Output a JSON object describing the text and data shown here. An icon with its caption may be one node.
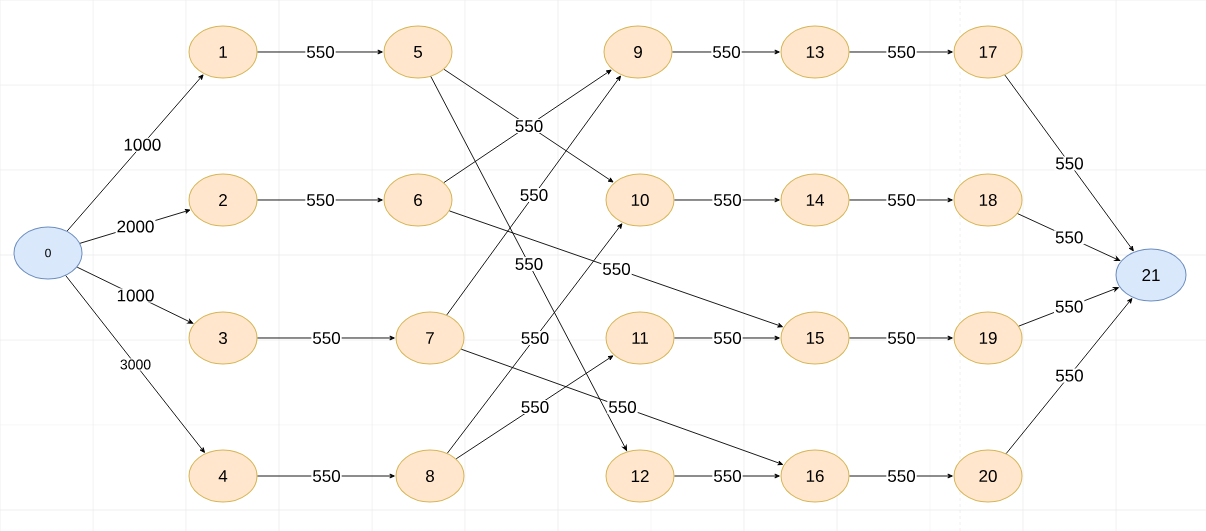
{
  "diagram": {
    "nodes": [
      {
        "text": [
          "0"
        ]
      },
      {
        "text": [
          "1"
        ]
      },
      {
        "text": [
          "2"
        ]
      },
      {
        "text": [
          "3"
        ]
      },
      {
        "text": [
          "4"
        ]
      },
      {
        "text": [
          "5"
        ]
      },
      {
        "text": [
          "6"
        ]
      },
      {
        "text": [
          "7"
        ]
      },
      {
        "text": [
          "8"
        ]
      },
      {
        "text": [
          "9"
        ]
      },
      {
        "text": [
          "10"
        ]
      },
      {
        "text": [
          "11"
        ]
      },
      {
        "text": [
          "12"
        ]
      },
      {
        "text": [
          "13"
        ]
      },
      {
        "text": [
          "14"
        ]
      },
      {
        "text": [
          "15"
        ]
      },
      {
        "text": [
          "16"
        ]
      },
      {
        "text": [
          "17"
        ]
      },
      {
        "text": [
          "18"
        ]
      },
      {
        "text": [
          "19"
        ]
      },
      {
        "text": [
          "20"
        ]
      },
      {
        "text": [
          "21"
        ]
      }
    ],
    "edges": [
      {
        "from": 0,
        "to": 1,
        "arrow": "to",
        "label": "1000"
      },
      {
        "from": 0,
        "to": 2,
        "arrow": "to",
        "label": "2000"
      },
      {
        "from": 0,
        "to": 3,
        "arrow": "to",
        "label": "1000"
      },
      {
        "from": 0,
        "to": 4,
        "arrow": "to",
        "label": "3000"
      },
      {
        "from": 1,
        "to": 5,
        "arrow": "to",
        "label": "550"
      },
      {
        "from": 2,
        "to": 6,
        "arrow": "to",
        "label": "550"
      },
      {
        "from": 3,
        "to": 7,
        "arrow": "to",
        "label": "550"
      },
      {
        "from": 4,
        "to": 8,
        "arrow": "to",
        "label": "550"
      },
      {
        "from": 5,
        "to": 10,
        "arrow": "to",
        "label": "550"
      },
      {
        "from": 5,
        "to": 12,
        "arrow": "to",
        "label": "550"
      },
      {
        "from": 6,
        "to": 9,
        "arrow": "to"
      },
      {
        "from": 6,
        "to": 15,
        "arrow": "to",
        "label": "550"
      },
      {
        "from": 7,
        "to": 9,
        "arrow": "to",
        "label": "550"
      },
      {
        "from": 7,
        "to": 16,
        "arrow": "to",
        "label": "550"
      },
      {
        "from": 8,
        "to": 10,
        "arrow": "to",
        "label": "550"
      },
      {
        "from": 8,
        "to": 11,
        "arrow": "to",
        "label": "550"
      },
      {
        "from": 9,
        "to": 13,
        "arrow": "to",
        "label": "550"
      },
      {
        "from": 10,
        "to": 14,
        "arrow": "to",
        "label": "550"
      },
      {
        "from": 11,
        "to": 15,
        "arrow": "to",
        "label": "550"
      },
      {
        "from": 12,
        "to": 16,
        "arrow": "to",
        "label": "550"
      },
      {
        "from": 13,
        "to": 17,
        "arrow": "to",
        "label": "550"
      },
      {
        "from": 14,
        "to": 18,
        "arrow": "to",
        "label": "550"
      },
      {
        "from": 15,
        "to": 19,
        "arrow": "to",
        "label": "550"
      },
      {
        "from": 16,
        "to": 20,
        "arrow": "to",
        "label": "550"
      },
      {
        "from": 17,
        "to": 21,
        "arrow": "to",
        "label": "550"
      },
      {
        "from": 18,
        "to": 21,
        "arrow": "to",
        "label": "550"
      },
      {
        "from": 19,
        "to": 21,
        "arrow": "to",
        "label": "550"
      },
      {
        "from": 20,
        "to": 21,
        "arrow": "to",
        "label": "550"
      }
    ]
  }
}
